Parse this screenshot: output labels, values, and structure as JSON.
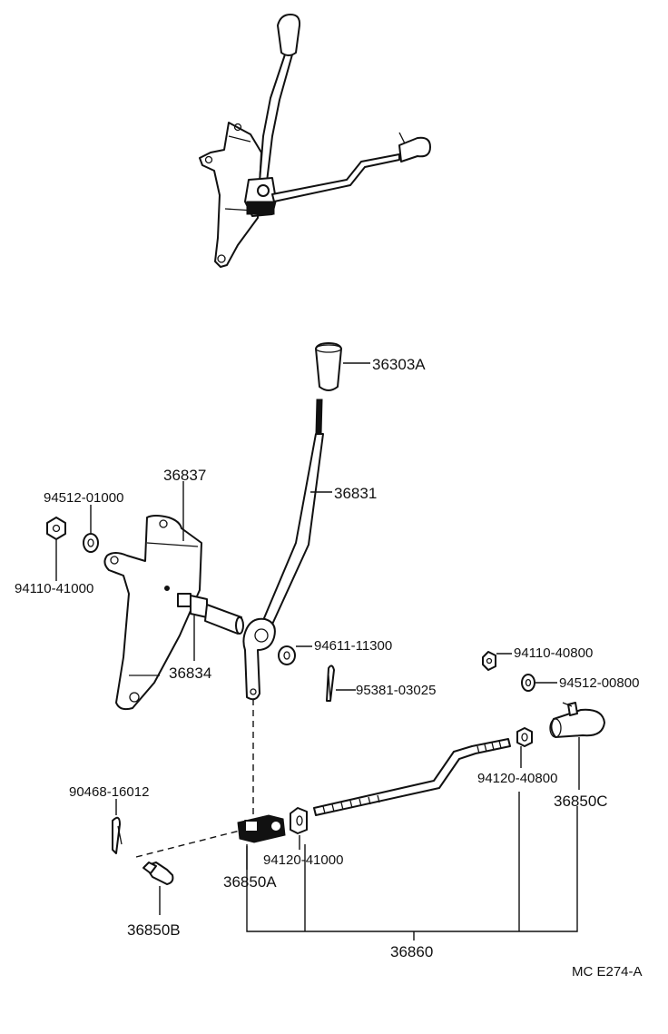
{
  "labels": {
    "knob": "36303A",
    "lever": "36831",
    "bracket": "36837",
    "washer_top": "94512-01000",
    "nut_top": "94110-41000",
    "pin": "36834",
    "lever_washer": "94611-11300",
    "cotter_pin": "95381-03025",
    "nut_right": "94110-40800",
    "washer_right": "94512-00800",
    "nut_rod_right": "94120-40800",
    "joint_right": "36850C",
    "clip": "90468-16012",
    "nut_rod_left": "94120-41000",
    "clevis": "36850A",
    "clevis_pin": "36850B",
    "rod_assembly": "36860",
    "figure_code": "MC  E274-A"
  }
}
